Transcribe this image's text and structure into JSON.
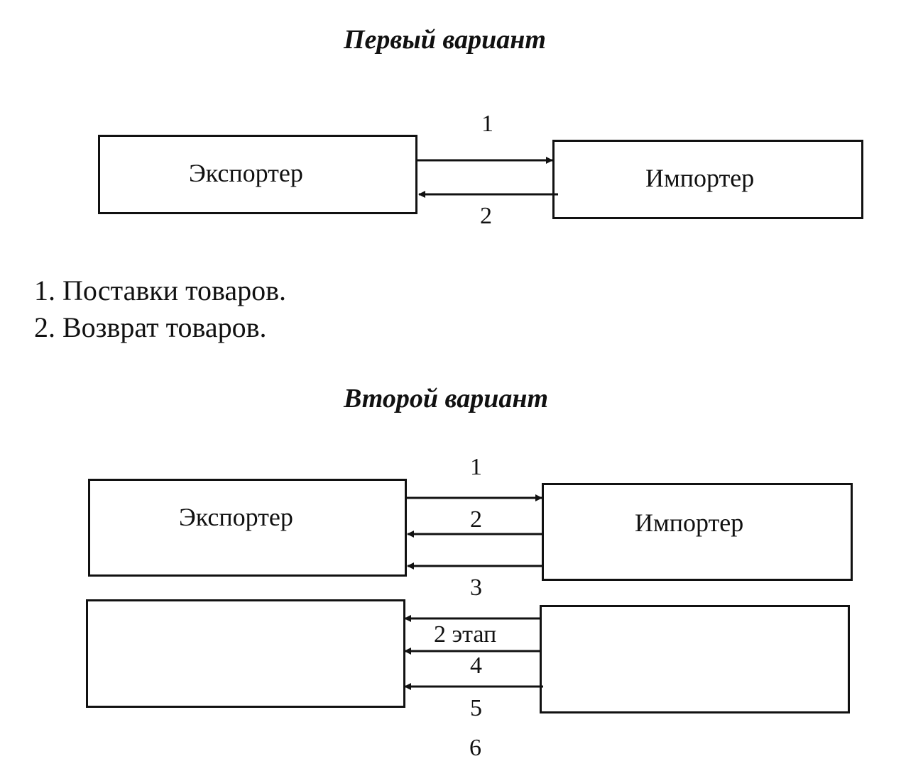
{
  "variant1": {
    "title": "Первый вариант",
    "exporter": "Экспортер",
    "importer": "Импортер",
    "arrow_labels": [
      "1",
      "2"
    ]
  },
  "legend": {
    "items": [
      "1. Поставки товаров.",
      "2. Возврат товаров."
    ]
  },
  "variant2": {
    "title": "Второй вариант",
    "exporter": "Экспортер",
    "importer": "Импортер",
    "arrow_labels": [
      "1",
      "2",
      "3",
      "2 этап",
      "4",
      "5",
      "6"
    ]
  }
}
